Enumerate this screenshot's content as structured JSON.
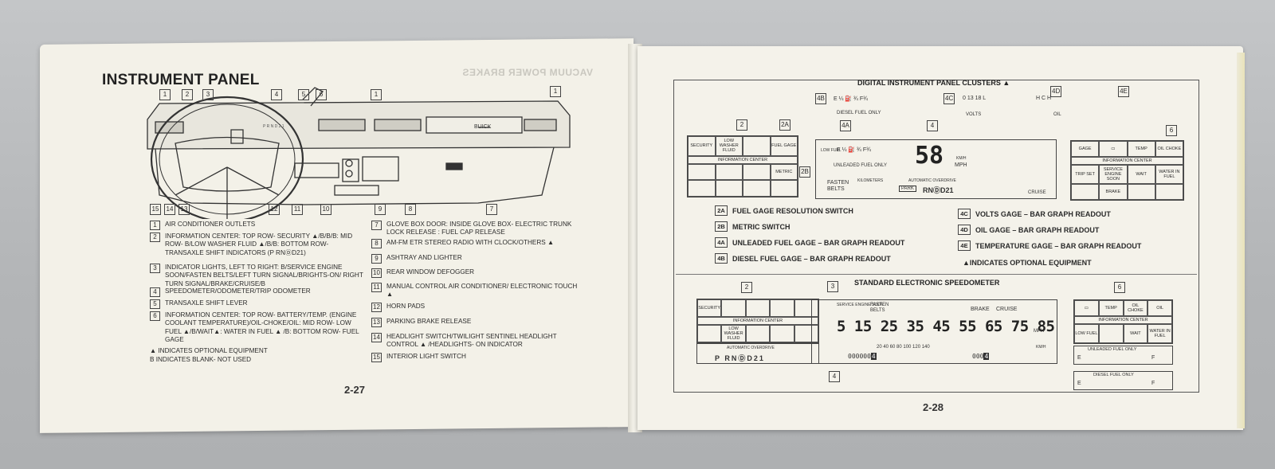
{
  "left_page": {
    "title": "INSTRUMENT PANEL",
    "ghost_text": "VACUUM POWER BRAKES",
    "page_number": "2-27",
    "callouts": [
      "1",
      "2",
      "3",
      "4",
      "5",
      "6",
      "1",
      "1",
      "15",
      "14",
      "13",
      "12",
      "11",
      "10",
      "9",
      "8",
      "7"
    ],
    "legend_left": [
      {
        "n": "1",
        "text": "AIR CONDITIONER OUTLETS"
      },
      {
        "n": "2",
        "text": "INFORMATION CENTER: TOP ROW- SECURITY ▲/B/B/B: MID ROW- B/LOW WASHER FLUID ▲/B/B: BOTTOM ROW- TRANSAXLE SHIFT INDICATORS (P RNⒹD21)"
      },
      {
        "n": "3",
        "text": "INDICATOR LIGHTS, LEFT TO RIGHT: B/SERVICE ENGINE SOON/FASTEN BELTS/LEFT TURN SIGNAL/BRIGHTS-ON/ RIGHT TURN SIGNAL/BRAKE/CRUISE/B"
      },
      {
        "n": "4",
        "text": "SPEEDOMETER/ODOMETER/TRIP ODOMETER"
      },
      {
        "n": "5",
        "text": "TRANSAXLE SHIFT LEVER"
      },
      {
        "n": "6",
        "text": "INFORMATION CENTER: TOP ROW- BATTERY/TEMP. (ENGINE COOLANT TEMPERATURE)/OIL-CHOKE/OIL: MID ROW- LOW FUEL ▲/B/WAIT▲: WATER IN FUEL ▲ /B: BOTTOM ROW- FUEL GAGE"
      }
    ],
    "notes": [
      "▲ INDICATES OPTIONAL EQUIPMENT",
      "B INDICATES BLANK- NOT USED"
    ],
    "legend_right": [
      {
        "n": "7",
        "text": "GLOVE BOX DOOR: INSIDE GLOVE BOX- ELECTRIC TRUNK LOCK RELEASE : FUEL CAP RELEASE"
      },
      {
        "n": "8",
        "text": "AM-FM ETR STEREO RADIO WITH CLOCK/OTHERS ▲"
      },
      {
        "n": "9",
        "text": "ASHTRAY AND LIGHTER"
      },
      {
        "n": "10",
        "text": "REAR WINDOW DEFOGGER"
      },
      {
        "n": "11",
        "text": "MANUAL CONTROL AIR CONDITIONER/ ELECTRONIC TOUCH ▲"
      },
      {
        "n": "12",
        "text": "HORN PADS"
      },
      {
        "n": "13",
        "text": "PARKING BRAKE RELEASE"
      },
      {
        "n": "14",
        "text": "HEADLIGHT SWITCH/TWILIGHT SENTINEL HEADLIGHT CONTROL ▲ /HEADLIGHTS- ON INDICATOR"
      },
      {
        "n": "15",
        "text": "INTERIOR LIGHT SWITCH"
      }
    ]
  },
  "right_page": {
    "page_number": "2-28",
    "digital_title": "DIGITAL INSTRUMENT PANEL CLUSTERS ▲",
    "standard_title": "STANDARD ELECTRONIC SPEEDOMETER",
    "digital_labels": [
      {
        "n": "2A",
        "text": "FUEL GAGE RESOLUTION SWITCH"
      },
      {
        "n": "2B",
        "text": "METRIC SWITCH"
      },
      {
        "n": "4A",
        "text": "UNLEADED FUEL GAGE – BAR GRAPH READOUT"
      },
      {
        "n": "4B",
        "text": "DIESEL FUEL GAGE – BAR GRAPH READOUT"
      },
      {
        "n": "4C",
        "text": "VOLTS GAGE – BAR GRAPH READOUT"
      },
      {
        "n": "4D",
        "text": "OIL GAGE – BAR GRAPH READOUT"
      },
      {
        "n": "4E",
        "text": "TEMPERATURE GAGE – BAR GRAPH READOUT"
      }
    ],
    "optional_note": "▲INDICATES OPTIONAL EQUIPMENT",
    "tags": {
      "t2": "2",
      "t2a": "2A",
      "t2b": "2B",
      "t4": "4",
      "t4a": "4A",
      "t4b": "4B",
      "t4c": "4C",
      "t4d": "4D",
      "t4e": "4E",
      "t6": "6",
      "t3": "3"
    },
    "digital_info": {
      "security": "SECURITY",
      "low_washer": "LOW WASHER FLUID",
      "fuel_gage": "FUEL GAGE",
      "info_center": "INFORMATION CENTER",
      "metric": "METRIC"
    },
    "digital_cluster": {
      "diesel_label": "DIESEL FUEL ONLY",
      "unleaded_label": "UNLEADED FUEL ONLY",
      "speed": "58",
      "speed_unit_top": "km/h",
      "speed_unit": "MPH",
      "fasten": "FASTEN",
      "belts": "BELTS",
      "kilometers": "KILOMETERS",
      "auto_od": "AUTOMATIC OVERDRIVE",
      "park": "PARK",
      "gear": "RNⒹD21",
      "cruise": "CRUISE",
      "volts": "VOLTS",
      "oil": "OIL",
      "low_fuel": "LOW FUEL",
      "fuel_scale": "E  ¼  ⛽  ¾  F¾",
      "volts_scale": "0   13   18   L",
      "oil_scale": "H   C   H"
    },
    "right_info": {
      "gage": "GAGE",
      "temp": "TEMP",
      "oil_choke": "OIL CHOKE",
      "info_center": "INFORMATION CENTER",
      "trip_set": "TRIP SET",
      "service": "SERVICE ENGINE SOON",
      "wait": "WAIT",
      "water": "WATER IN FUEL",
      "brake": "BRAKE"
    },
    "standard": {
      "security": "SECURITY",
      "low_washer": "LOW WASHER FLUID",
      "info_center": "INFORMATION CENTER",
      "auto_od": "AUTOMATIC OVERDRIVE",
      "gear": "P RNⒹD21",
      "service": "SERVICE ENGINE SOON",
      "fasten": "FASTEN",
      "belts": "BELTS",
      "brake": "BRAKE",
      "cruise": "CRUISE",
      "mph_scale": "5  15  25  35  45  55  65  75  85",
      "mph": "MPH",
      "km_scale": "20   40   60   80   100   120   140",
      "kmh": "km/h",
      "odo": "000000",
      "odo_last": "4",
      "trip": "000",
      "trip_last": "4",
      "temp": "TEMP",
      "oil_choke": "OIL CHOKE",
      "oil": "OIL",
      "low_fuel": "LOW FUEL",
      "wait": "WAIT",
      "water": "WATER IN FUEL",
      "unleaded": "UNLEADED FUEL ONLY",
      "diesel": "DIESEL FUEL ONLY",
      "e": "E",
      "f": "F"
    }
  }
}
